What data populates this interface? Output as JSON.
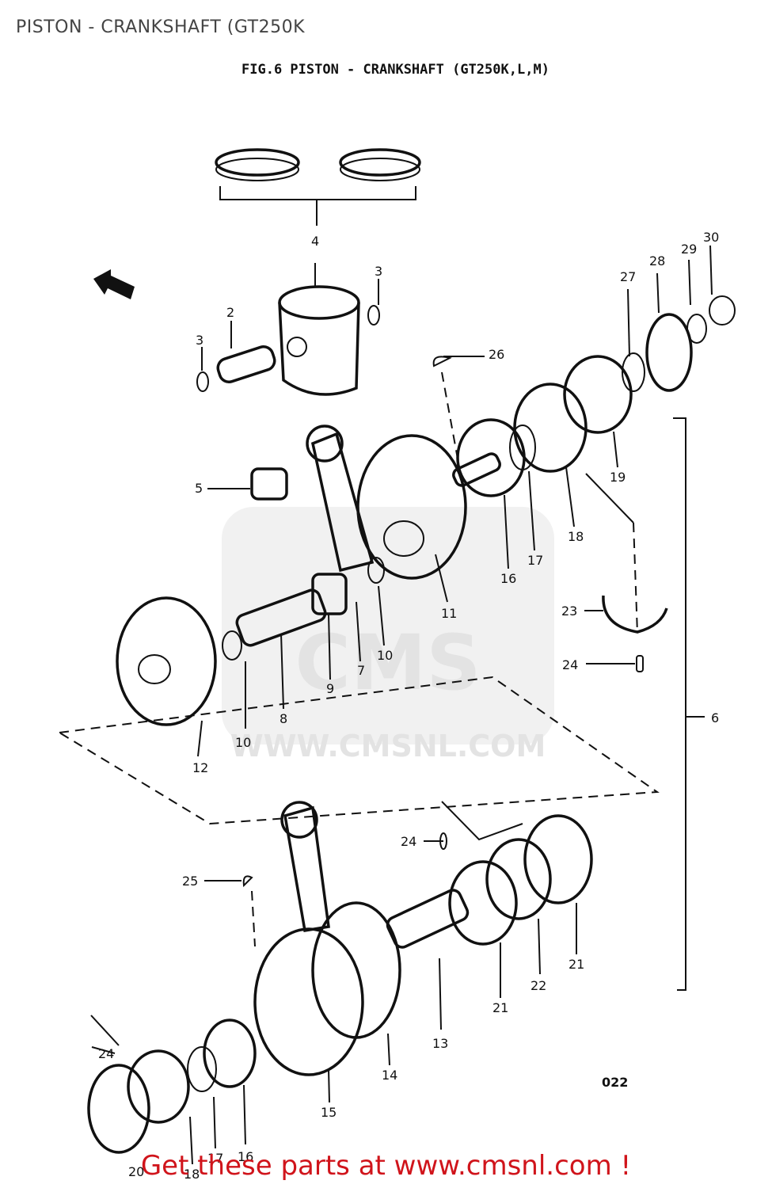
{
  "header": {
    "page_title": "PISTON - CRANKSHAFT (GT250K",
    "figure_title": "FIG.6  PISTON - CRANKSHAFT (GT250K,L,M)"
  },
  "watermark": {
    "text": "WWW.CMSNL.COM",
    "logo": "CMS"
  },
  "diagram": {
    "page_code": "022",
    "part_labels": [
      "2",
      "3",
      "3",
      "4",
      "5",
      "6",
      "7",
      "8",
      "9",
      "10",
      "10",
      "11",
      "12",
      "13",
      "14",
      "15",
      "16",
      "16",
      "17",
      "17",
      "18",
      "18",
      "19",
      "20",
      "21",
      "21",
      "22",
      "23",
      "24",
      "24",
      "24",
      "25",
      "26",
      "27",
      "28",
      "29",
      "30"
    ]
  },
  "footer": {
    "link_text": "Get these parts at www.cmsnl.com !"
  },
  "colors": {
    "footer_text": "#d0141b",
    "title_text": "#444444",
    "line_art": "#111111",
    "watermark": "#e3e3e3"
  }
}
